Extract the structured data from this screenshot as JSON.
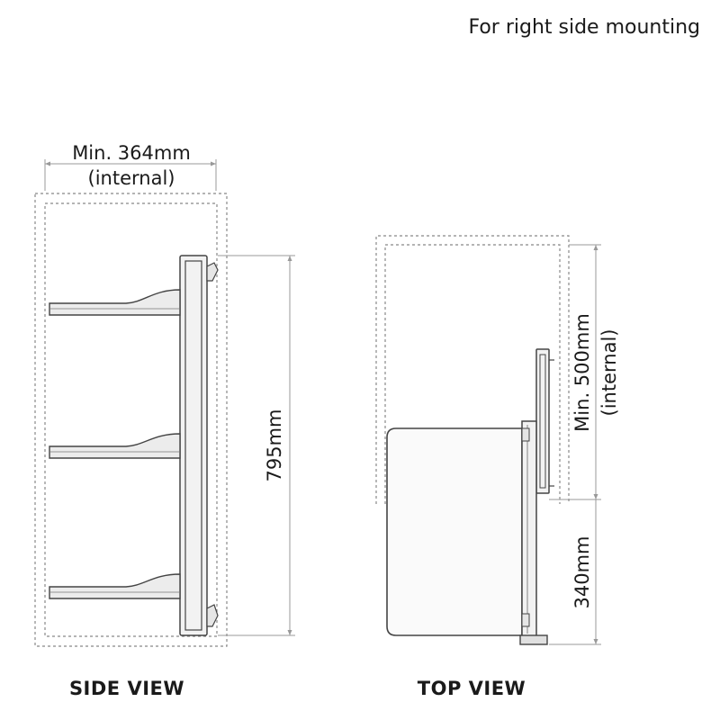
{
  "header": {
    "note": "For right side mounting"
  },
  "side_view": {
    "width_label_line1": "Min. 364mm",
    "width_label_line2": "(internal)",
    "height_label": "795mm",
    "caption": "SIDE VIEW"
  },
  "top_view": {
    "depth_label_line1": "Min. 500mm",
    "depth_label_line2": "(internal)",
    "extension_label": "340mm",
    "caption": "TOP VIEW"
  }
}
